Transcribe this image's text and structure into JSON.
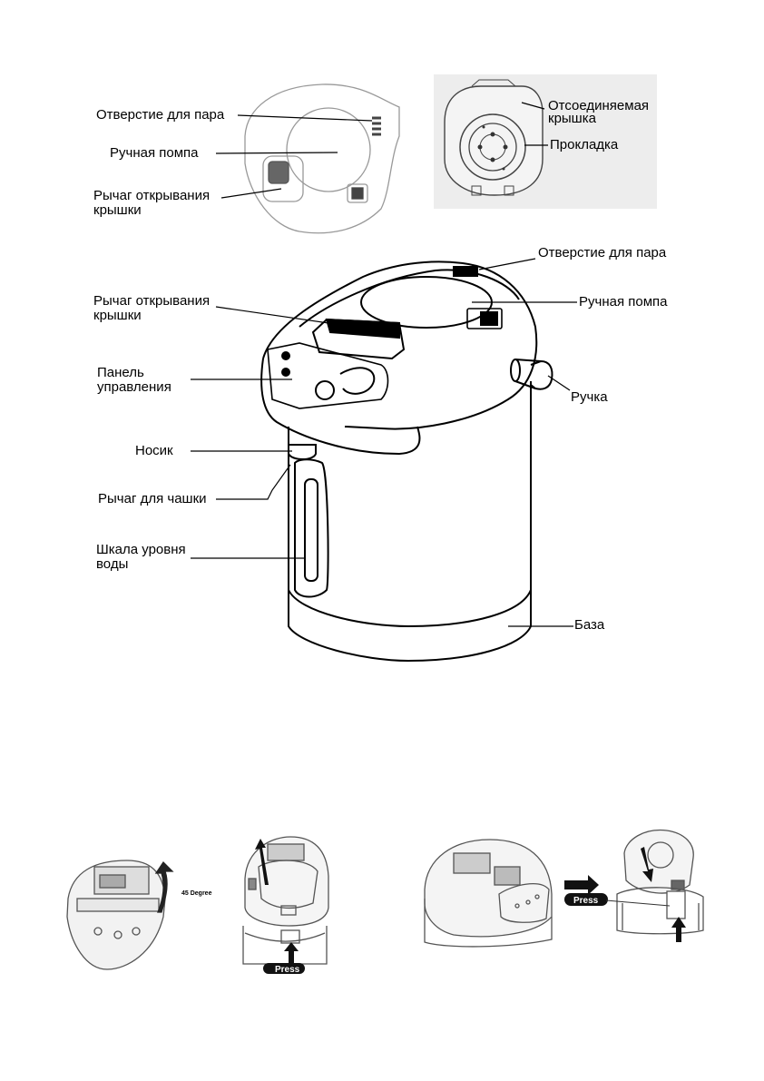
{
  "lid_top": {
    "steam_vent": "Отверстие для пара",
    "manual_pump": "Ручная помпа",
    "lid_release_lever": "Рычаг открывания\nкрышки"
  },
  "lid_inner": {
    "detachable_lid": "Отсоединяемая\nкрышка",
    "gasket": "Прокладка"
  },
  "main": {
    "steam_vent": "Отверстие для пара",
    "lid_release_lever": "Рычаг открывания\nкрышки",
    "manual_pump": "Ручная помпа",
    "control_panel": "Панель\nуправления",
    "handle": "Ручка",
    "spout": "Носик",
    "cup_lever": "Рычаг для чашки",
    "water_gauge": "Шкала уровня\nводы",
    "base": "База"
  },
  "steps": {
    "angle": "45 Degree",
    "press1": "Press",
    "press2": "Press"
  }
}
